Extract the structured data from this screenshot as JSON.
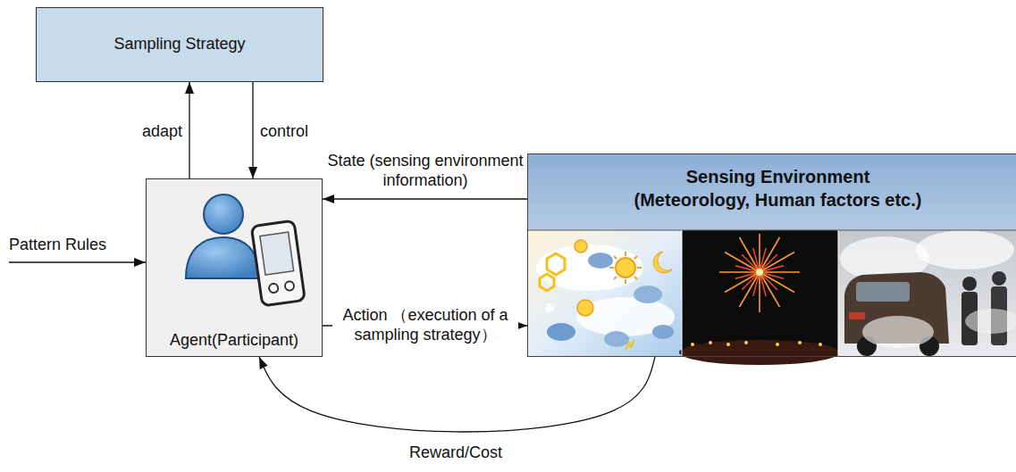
{
  "diagram": {
    "nodes": [
      {
        "text": [
          "Sampling Strategy"
        ]
      },
      {
        "text": [
          "Agent(Participant)"
        ]
      },
      {
        "text": [
          "Sensing Environment",
          "(Meteorology, Human factors etc.)"
        ]
      }
    ],
    "edges": [
      {
        "from": 1,
        "to": 0,
        "arrow": "to",
        "label": "adapt"
      },
      {
        "from": 0,
        "to": 1,
        "arrow": "to",
        "label": "control"
      },
      {
        "from": 2,
        "to": 1,
        "arrow": "to",
        "label": "State (sensing environment information)"
      },
      {
        "from": 1,
        "to": 2,
        "arrow": "to",
        "label": "Action （execution of a sampling strategy）"
      },
      {
        "from": 2,
        "to": 1,
        "arrow": "to",
        "label": "Reward/Cost"
      }
    ],
    "labels": [
      "Pattern Rules"
    ]
  }
}
